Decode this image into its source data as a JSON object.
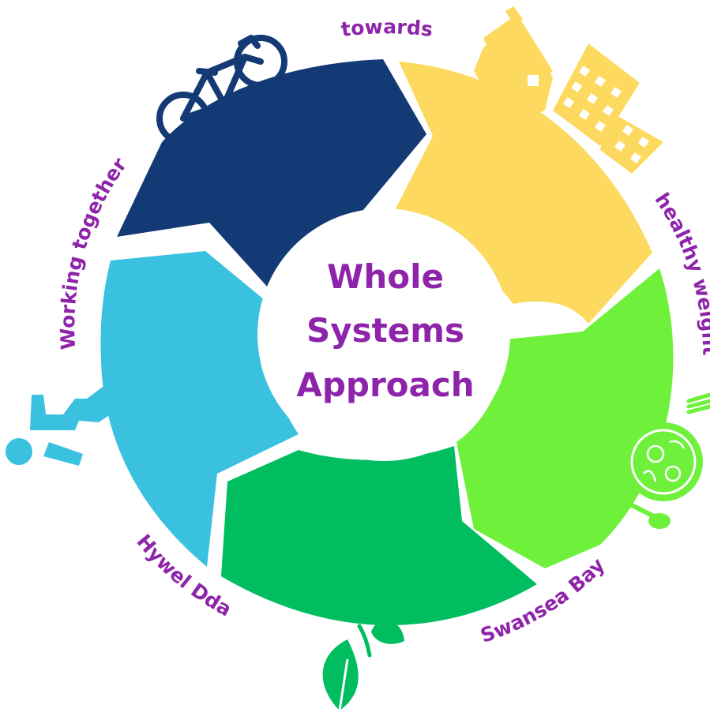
{
  "center": {
    "line1": "Whole",
    "line2": "Systems",
    "line3": "Approach"
  },
  "labels": {
    "towards": "towards",
    "healthy_weight": "healthy weight",
    "swansea_bay": "Swansea Bay",
    "hywel_dda": "Hywel Dda",
    "working_together": "Working together"
  },
  "colors": {
    "text": "#8E24AA",
    "navy": "#143A75",
    "yellow": "#FDDA5F",
    "lime": "#6FF13C",
    "green": "#00BD5F",
    "sky": "#3BC1E0"
  },
  "icons": [
    "bicycle-icon",
    "buildings-icon",
    "food-plate-icon",
    "leaf-icon",
    "person-icon"
  ]
}
